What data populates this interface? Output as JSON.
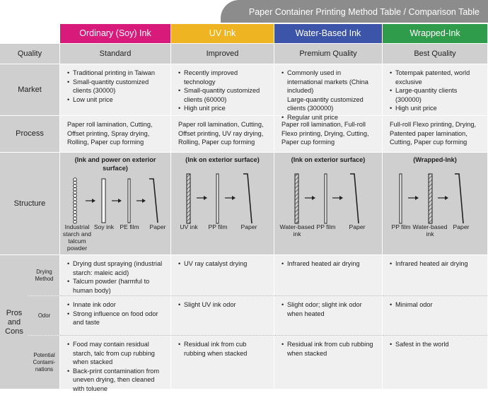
{
  "title": "Paper Container Printing Method Table / Comparison Table",
  "columns": [
    {
      "name": "Ordinary (Soy) Ink",
      "color": "#d81b7a"
    },
    {
      "name": "UV Ink",
      "color": "#efb422"
    },
    {
      "name": "Water-Based Ink",
      "color": "#3c55a8"
    },
    {
      "name": "Wrapped-Ink",
      "color": "#2e9c4a"
    }
  ],
  "rows": {
    "quality": "Quality",
    "market": "Market",
    "process": "Process",
    "structure": "Structure",
    "pros_cons": "Pros and Cons",
    "drying": "Drying Method",
    "odor": "Odor",
    "contamination": "Potential Contami-nations"
  },
  "quality": [
    "Standard",
    "Improved",
    "Premium Quality",
    "Best Quality"
  ],
  "market": [
    [
      {
        "t": "Traditional printing in Taiwan",
        "b": true
      },
      {
        "t": "Small-quantity customized clients (30000)",
        "b": true
      },
      {
        "t": "Low unit price",
        "b": true
      }
    ],
    [
      {
        "t": "Recently improved technology",
        "b": true
      },
      {
        "t": "Small-quantity customized clients (60000)",
        "b": true
      },
      {
        "t": "High unit price",
        "b": true
      }
    ],
    [
      {
        "t": "Commonly used in international markets (China included)",
        "b": true
      },
      {
        "t": "Large-quantity customized clients (300000)",
        "b": false
      },
      {
        "t": "Regular unit price",
        "b": true
      }
    ],
    [
      {
        "t": "Totempak patented, world exclusive",
        "b": true
      },
      {
        "t": "Large-quantity clients (300000)",
        "b": true
      },
      {
        "t": "High unit price",
        "b": true
      }
    ]
  ],
  "process": [
    "Paper roll lamination, Cutting, Offset printing, Spray drying, Rolling, Paper cup forming",
    "Paper roll lamination, Cutting, Offset printing, UV ray drying, Rolling, Paper cup forming",
    "Paper roll lamination, Full-roll Flexo printing, Drying, Cutting, Paper cup forming",
    "Full-roll Flexo printing, Drying, Patented paper lamination, Cutting, Paper cup forming"
  ],
  "structure": [
    {
      "caption": "(Ink and power on exterior surface)",
      "labels": [
        "Industrial starch and talcum powder",
        "Soy ink",
        "PE film",
        "Paper"
      ]
    },
    {
      "caption": "(Ink on exterior surface)",
      "labels": [
        "UV ink",
        "PP film",
        "Paper"
      ]
    },
    {
      "caption": "(Ink on exterior surface)",
      "labels": [
        "Water-based ink",
        "PP film",
        "Paper"
      ]
    },
    {
      "caption": "(Wrapped-Ink)",
      "labels": [
        "PP film",
        "Water-based ink",
        "Paper"
      ]
    }
  ],
  "drying": [
    [
      "Drying dust spraying (industrial starch: maleic acid)",
      "Talcum powder (harmful to human body)"
    ],
    [
      "UV ray catalyst drying"
    ],
    [
      "Infrared heated air drying"
    ],
    [
      "Infrared heated air drying"
    ]
  ],
  "odor": [
    [
      "Innate ink odor",
      "Strong influence on food odor and taste"
    ],
    [
      "Slight UV ink odor"
    ],
    [
      "Slight odor; slight ink odor when heated"
    ],
    [
      "Minimal odor"
    ]
  ],
  "contamination": [
    [
      "Food may contain residual starch, talc from cup rubbing when stacked",
      "Back-print contamination from uneven drying, then cleaned with toluene"
    ],
    [
      "Residual ink from cub rubbing when stacked"
    ],
    [
      "Residual ink from cub rubbing when stacked"
    ],
    [
      "Safest in the world"
    ]
  ]
}
